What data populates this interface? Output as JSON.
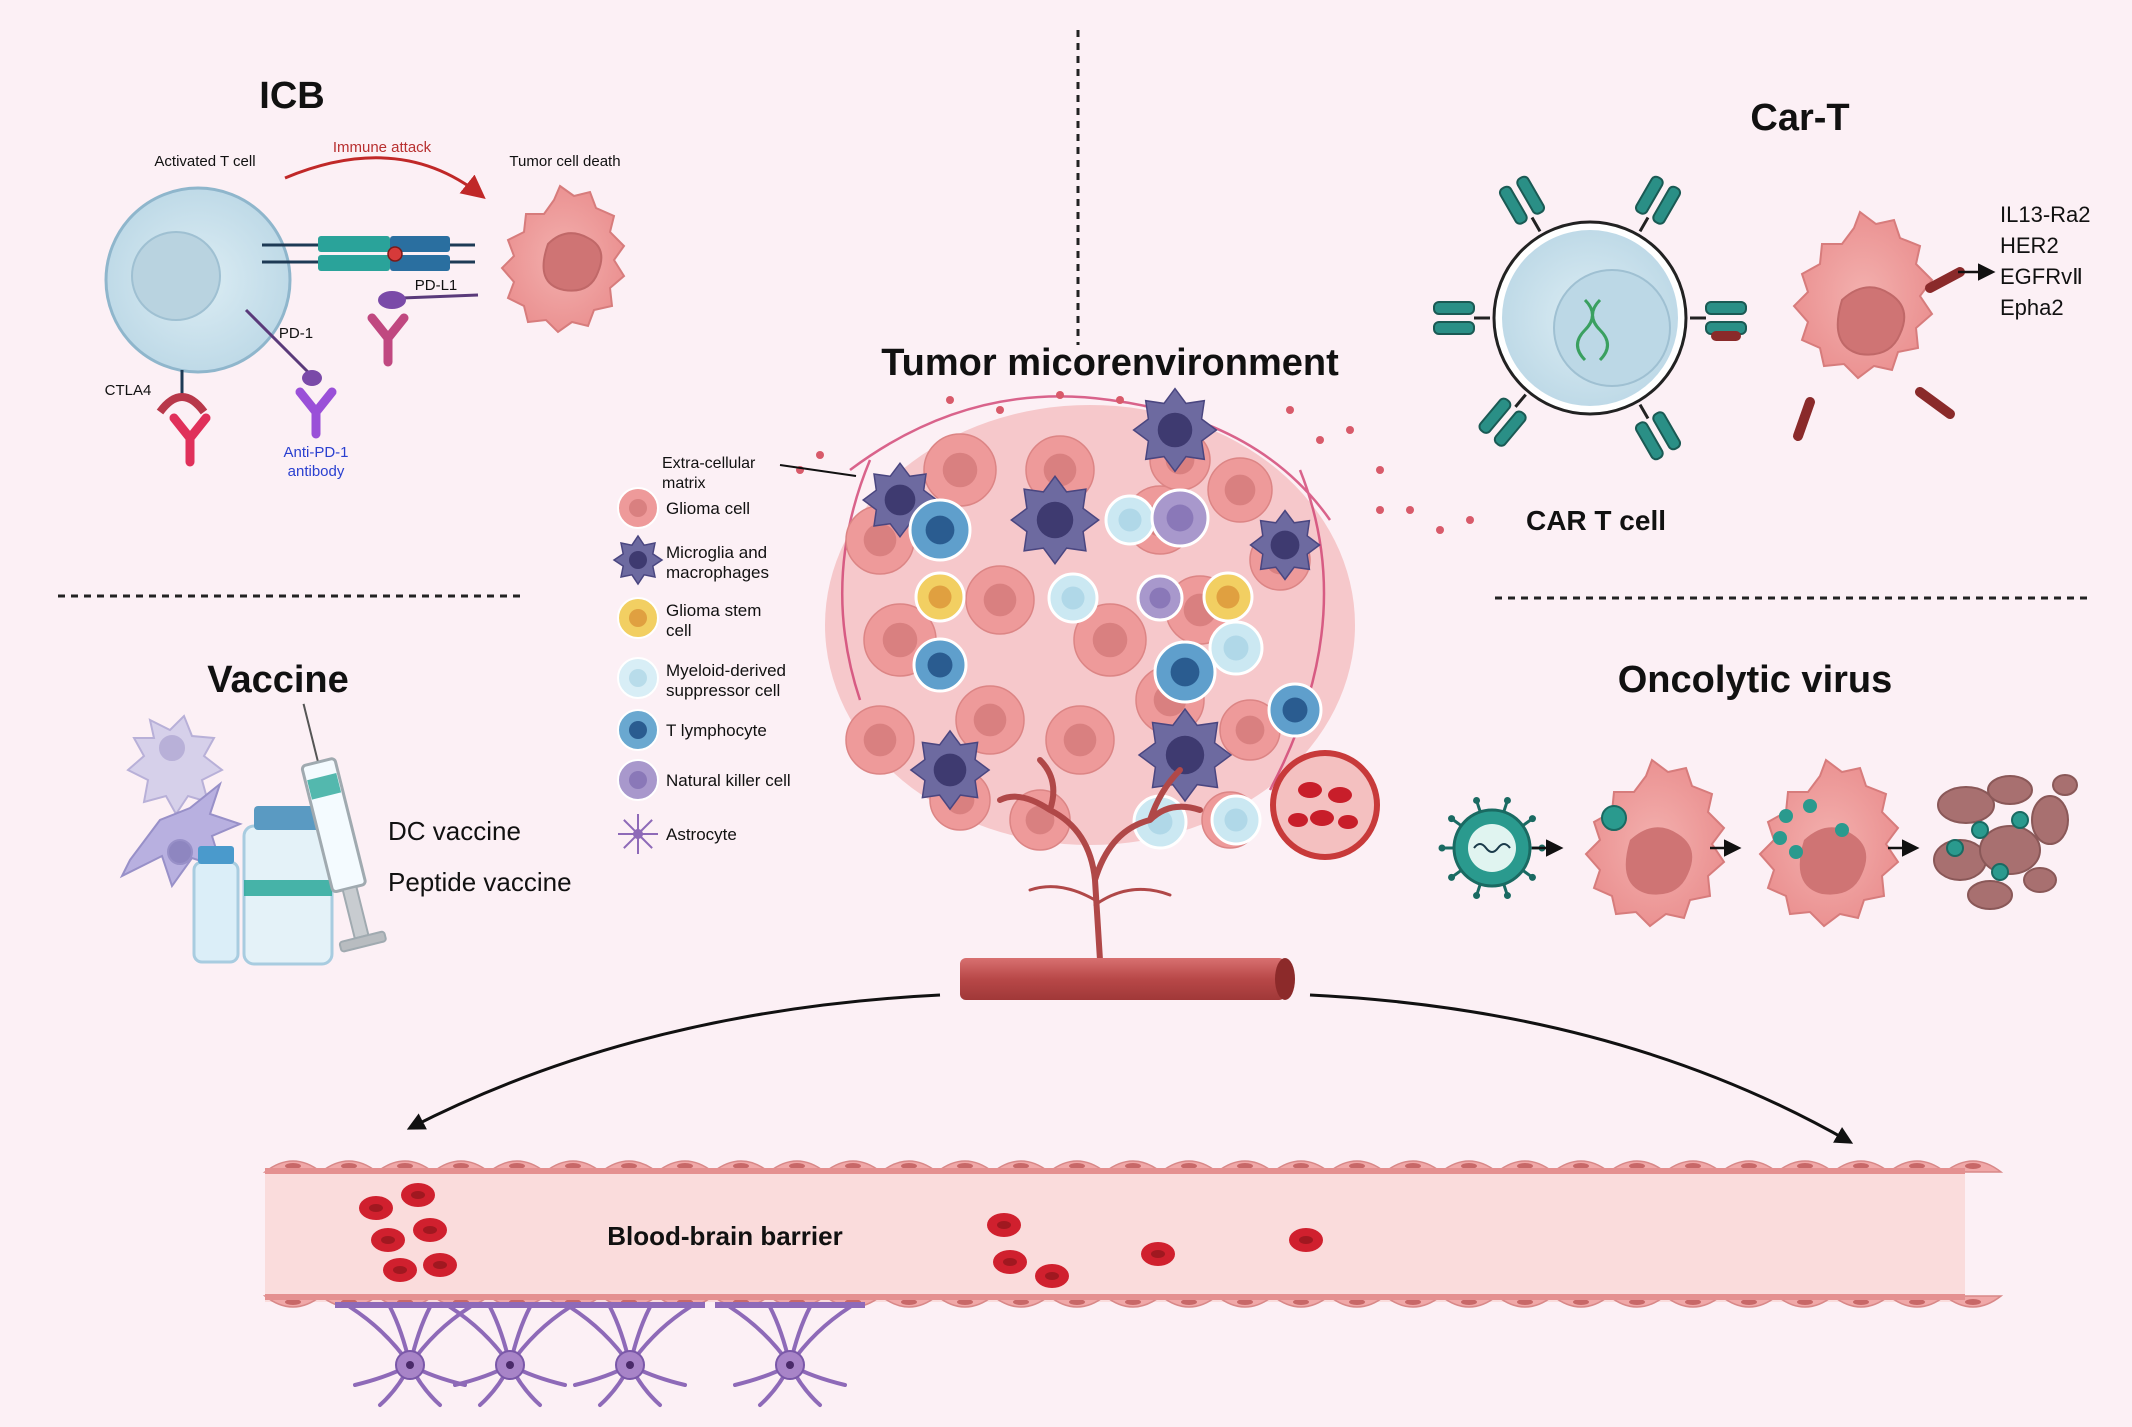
{
  "colors": {
    "background": "#fcf0f5",
    "tumor_cell": "#ee9a9a",
    "tumor_nucleus": "#d87878",
    "t_cell": "#cfe4ee",
    "receptor_teal": "#2a8f86",
    "antibody_pink": "#e0305a",
    "antibody_purple": "#9a50d8",
    "microglia": "#6d6aa0",
    "stem_cell": "#f2cf62",
    "t_lymphocyte": "#5f9fcc",
    "nk_cell": "#a898cc",
    "astrocyte": "#8e6ab8",
    "blood_vessel": "#c85a5a",
    "rbc": "#d0202e",
    "virus": "#2a9a8e"
  },
  "icb": {
    "title": "ICB",
    "activated_t_cell": "Activated T cell",
    "immune_attack": "Immune attack",
    "tumor_cell_death": "Tumor cell death",
    "pd1": "PD-1",
    "pdl1": "PD-L1",
    "ctla4": "CTLA4",
    "anti_pd1_line1": "Anti-PD-1",
    "anti_pd1_line2": "antibody"
  },
  "cart": {
    "title": "Car-T",
    "cell_label": "CAR T cell",
    "targets": [
      "IL13-Ra2",
      "HER2",
      "EGFRvⅡ",
      "Epha2"
    ]
  },
  "tme": {
    "title": "Tumor micorenvironment",
    "ecm_line1": "Extra-cellular",
    "ecm_line2": "matrix",
    "legend": [
      {
        "line1": "Glioma cell",
        "line2": "",
        "icon": "glioma-cell-icon"
      },
      {
        "line1": "Microglia and",
        "line2": "macrophages",
        "icon": "microglia-icon"
      },
      {
        "line1": "Glioma stem",
        "line2": "cell",
        "icon": "glioma-stem-cell-icon"
      },
      {
        "line1": "Myeloid-derived",
        "line2": "suppressor cell",
        "icon": "mdsc-icon"
      },
      {
        "line1": "T lymphocyte",
        "line2": "",
        "icon": "t-lymphocyte-icon"
      },
      {
        "line1": "Natural killer cell",
        "line2": "",
        "icon": "nk-cell-icon"
      },
      {
        "line1": "Astrocyte",
        "line2": "",
        "icon": "astrocyte-icon"
      }
    ]
  },
  "vaccine": {
    "title": "Vaccine",
    "dc_vaccine": "DC vaccine",
    "peptide_vaccine": "Peptide vaccine"
  },
  "oncolytic": {
    "title": "Oncolytic virus"
  },
  "bbb": {
    "label": "Blood-brain barrier"
  }
}
